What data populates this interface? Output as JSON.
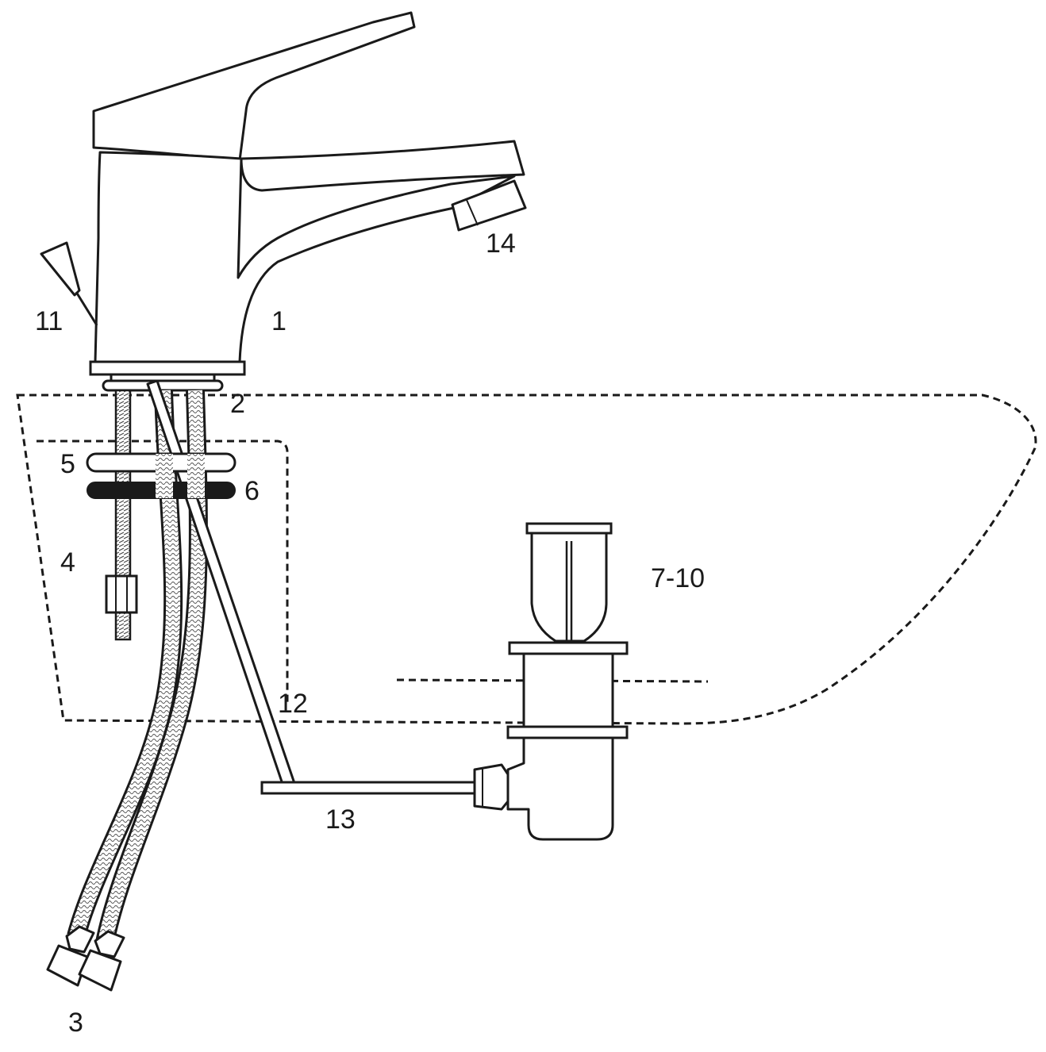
{
  "diagram": {
    "labels": {
      "faucet": "1",
      "base_gasket": "2",
      "hose_nuts": "3",
      "stud": "4",
      "washer": "5",
      "rubber_ring": "6",
      "drain_plug": "7-10",
      "lift_handle": "11",
      "pull_rod": "12",
      "link_rod": "13",
      "aerator": "14"
    },
    "colors": {
      "line": "#1a1a1a",
      "fill": "#ffffff"
    }
  }
}
